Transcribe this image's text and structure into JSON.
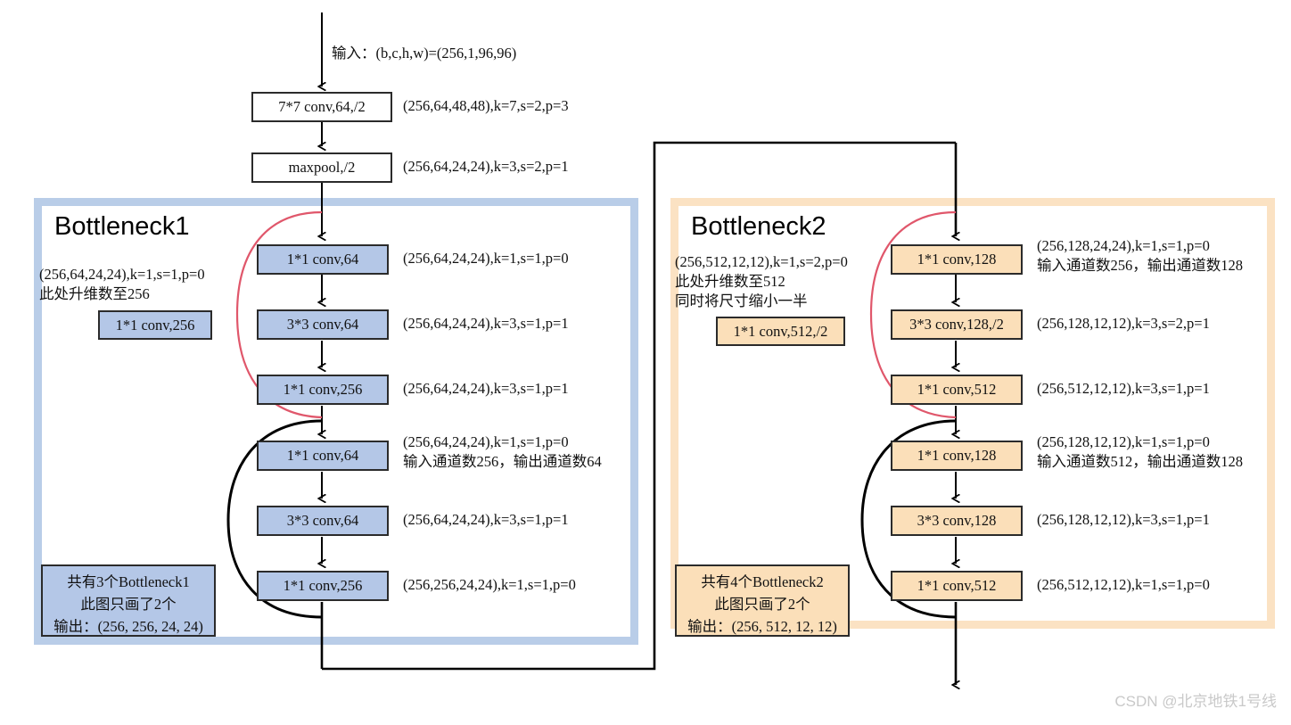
{
  "diagram": {
    "title": "ResNet Bottleneck structure diagram",
    "colors": {
      "blue_fill": "#b4c7e7",
      "blue_panel": "#b9cde8",
      "orange_fill": "#fbdfb9",
      "orange_panel": "#fbe2c3",
      "shortcut_red": "#e0576b",
      "arrow_black": "#000000",
      "highlight_red": "#e8322b"
    },
    "input_label": "输入：(b,c,h,w)=(256,1,96,96)",
    "stem": [
      {
        "box": "7*7 conv,64,/2",
        "annotation": "(256,64,48,48),k=7,s=2,p=3"
      },
      {
        "box": "maxpool,/2",
        "annotation": "(256,64,24,24),k=3,s=2,p=1"
      }
    ],
    "bottleneck1": {
      "title": "Bottleneck1",
      "downsample_note_line1": "(256,64,24,24),k=1,s=1,p=0",
      "downsample_note_line2": "此处升维数至256",
      "downsample_box": "1*1 conv,256",
      "blocks": [
        {
          "box": "1*1 conv,64",
          "annotation_line1": "(256,64,24,24),k=1,s=1,p=0",
          "annotation_line2": ""
        },
        {
          "box": "3*3 conv,64",
          "annotation_line1": "(256,64,24,24),k=3,s=1,p=1",
          "annotation_line2": ""
        },
        {
          "box": "1*1 conv,256",
          "annotation_line1": "(256,64,24,24),k=3,s=1,p=1",
          "annotation_line2": ""
        },
        {
          "box": "1*1 conv,64",
          "annotation_line1": "(256,64,24,24),k=1,s=1,p=0",
          "annotation_line2": "输入通道数256，输出通道数64"
        },
        {
          "box": "3*3 conv,64",
          "annotation_line1": "(256,64,24,24),k=3,s=1,p=1",
          "annotation_line2": ""
        },
        {
          "box": "1*1 conv,256",
          "annotation_line1": "(256,256,24,24),k=1,s=1,p=0",
          "annotation_line2": ""
        }
      ],
      "summary_note": "共有3个Bottleneck1\n此图只画了2个\n输出：(256, 256, 24, 24)"
    },
    "bottleneck2": {
      "title": "Bottleneck2",
      "downsample_note_line1": "(256,512,12,12),k=1,s=2,p=0",
      "downsample_note_line2": "此处升维数至512",
      "downsample_note_line3": "同时将尺寸缩小一半",
      "downsample_box": "1*1 conv,512,/2",
      "blocks": [
        {
          "box": "1*1 conv,128",
          "annotation_line1": "(256,128,24,24),k=1,s=1,p=0",
          "annotation_line2": "输入通道数256，输出通道数128"
        },
        {
          "box": "3*3 conv,128,/2",
          "annotation_pre": "(256,128,12,12),k=3,",
          "annotation_red": "s=2",
          "annotation_post": ",p=1",
          "annotation_line2": ""
        },
        {
          "box": "1*1 conv,512",
          "annotation_line1": "(256,512,12,12),k=3,s=1,p=1",
          "annotation_line2": ""
        },
        {
          "box": "1*1 conv,128",
          "annotation_line1": "(256,128,12,12),k=1,s=1,p=0",
          "annotation_line2": "输入通道数512，输出通道数128"
        },
        {
          "box": "3*3 conv,128",
          "annotation_line1": "(256,128,12,12),k=3,s=1,p=1",
          "annotation_line2": ""
        },
        {
          "box": "1*1 conv,512",
          "annotation_line1": "(256,512,12,12),k=1,s=1,p=0",
          "annotation_line2": ""
        }
      ],
      "summary_note": "共有4个Bottleneck2\n此图只画了2个\n输出：(256, 512, 12, 12)"
    },
    "watermark": "CSDN @北京地铁1号线"
  }
}
